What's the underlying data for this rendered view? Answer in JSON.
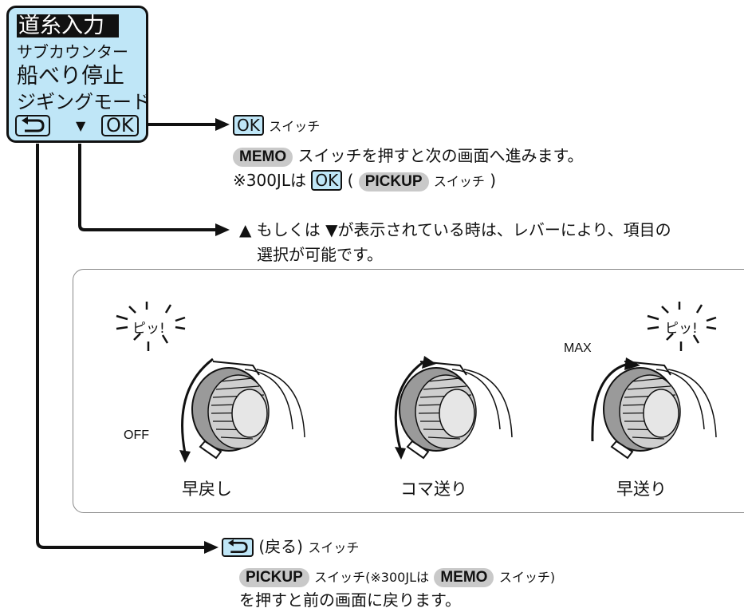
{
  "lcd": {
    "line1": "道糸入力",
    "line2": "サブカウンター",
    "line3": "船べり停止",
    "line4": "ジギングモード",
    "down": "▼",
    "ok": "OK"
  },
  "annotations": {
    "ok_key": "OK",
    "ok_switch": "スイッチ",
    "memo_key": "MEMO",
    "memo_text": "スイッチを押すと次の画面へ進みます。",
    "note_prefix": "※300JLは",
    "note_ok": "OK",
    "note_open": "(",
    "pickup_key": "PICKUP",
    "note_switch": "スイッチ",
    "note_close": ")",
    "lever_line1": "▲ もしくは ▼が表示されている時は、レバーにより、項目の",
    "lever_line2": "選択が可能です。",
    "back_paren": "(戻る)",
    "back_switch": "スイッチ",
    "back_pickup": "PICKUP",
    "back_mid": "スイッチ(※300JLは",
    "back_memo": "MEMO",
    "back_end": "スイッチ)",
    "back_line2": "を押すと前の画面に戻ります。"
  },
  "levers": {
    "left_caption": "早戻し",
    "center_caption": "コマ送り",
    "right_caption": "早送り",
    "off_label": "OFF",
    "max_label": "MAX",
    "beep": "ピッ!"
  },
  "colors": {
    "lcd_bg": "#bfe6f7",
    "pill_bg": "#c9c9c9",
    "line": "#111111",
    "knob": "#9a9a9a"
  }
}
